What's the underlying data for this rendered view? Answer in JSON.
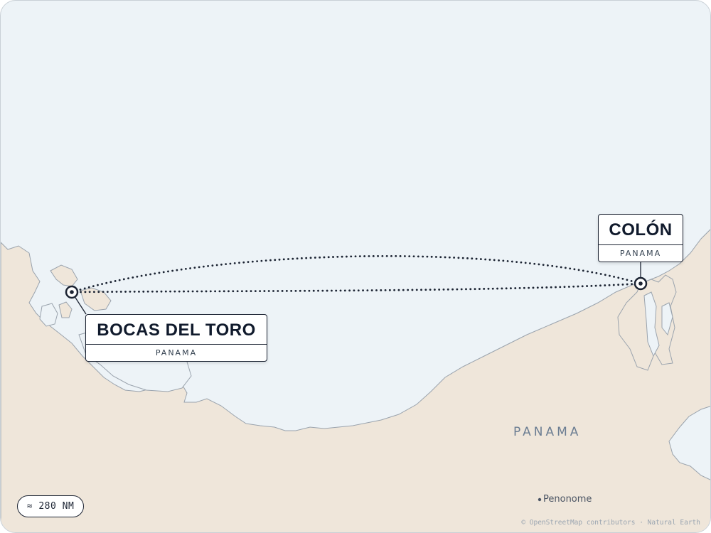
{
  "places": {
    "origin": {
      "name": "BOCAS DEL TORO",
      "country": "PANAMA"
    },
    "destination": {
      "name": "COLÓN",
      "country": "PANAMA"
    }
  },
  "map_labels": {
    "country": "PANAMA",
    "town": "Penonome"
  },
  "scale": {
    "text": "≈ 280 NM"
  },
  "attribution": "© OpenStreetMap contributors · Natural Earth",
  "colors": {
    "water": "#edf3f7",
    "land": "#efe6da",
    "coast": "#9aa3ad",
    "route": "#1c2433"
  },
  "icons": {
    "origin_marker": "target-pin-icon",
    "destination_marker": "target-pin-icon"
  }
}
